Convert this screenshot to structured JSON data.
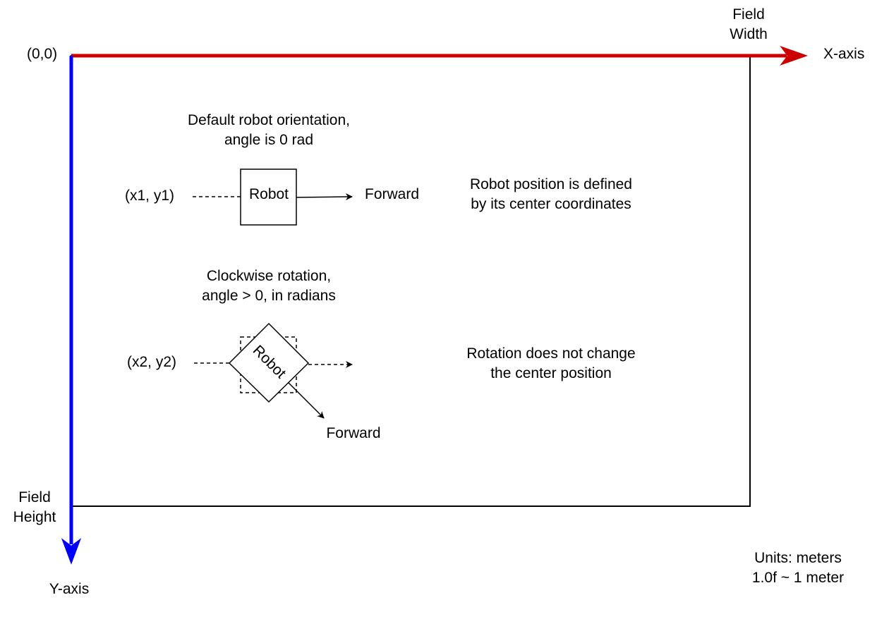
{
  "labels": {
    "origin": "(0,0)",
    "field_width": [
      "Field",
      "Width"
    ],
    "x_axis": "X-axis",
    "field_height": [
      "Field",
      "Height"
    ],
    "y_axis": "Y-axis",
    "default_orientation": [
      "Default robot orientation,",
      "angle is 0 rad"
    ],
    "robot1_coords": "(x1, y1)",
    "robot1_label": "Robot",
    "robot1_forward": "Forward",
    "position_note": [
      "Robot position is defined",
      "by its center coordinates"
    ],
    "clockwise_note": [
      "Clockwise rotation,",
      "angle > 0, in radians"
    ],
    "robot2_coords": "(x2, y2)",
    "robot2_label": "Robot",
    "robot2_forward": "Forward",
    "rotation_note": [
      "Rotation does not change",
      "the center position"
    ],
    "units": [
      "Units: meters",
      "1.0f ~ 1 meter"
    ]
  },
  "colors": {
    "x_axis": "#cc0000",
    "y_axis": "#0000ff",
    "stroke": "#000000"
  },
  "icons": {
    "x_axis_arrow": "arrow-right-icon",
    "y_axis_arrow": "arrow-down-icon",
    "forward_arrow": "arrow-icon"
  }
}
